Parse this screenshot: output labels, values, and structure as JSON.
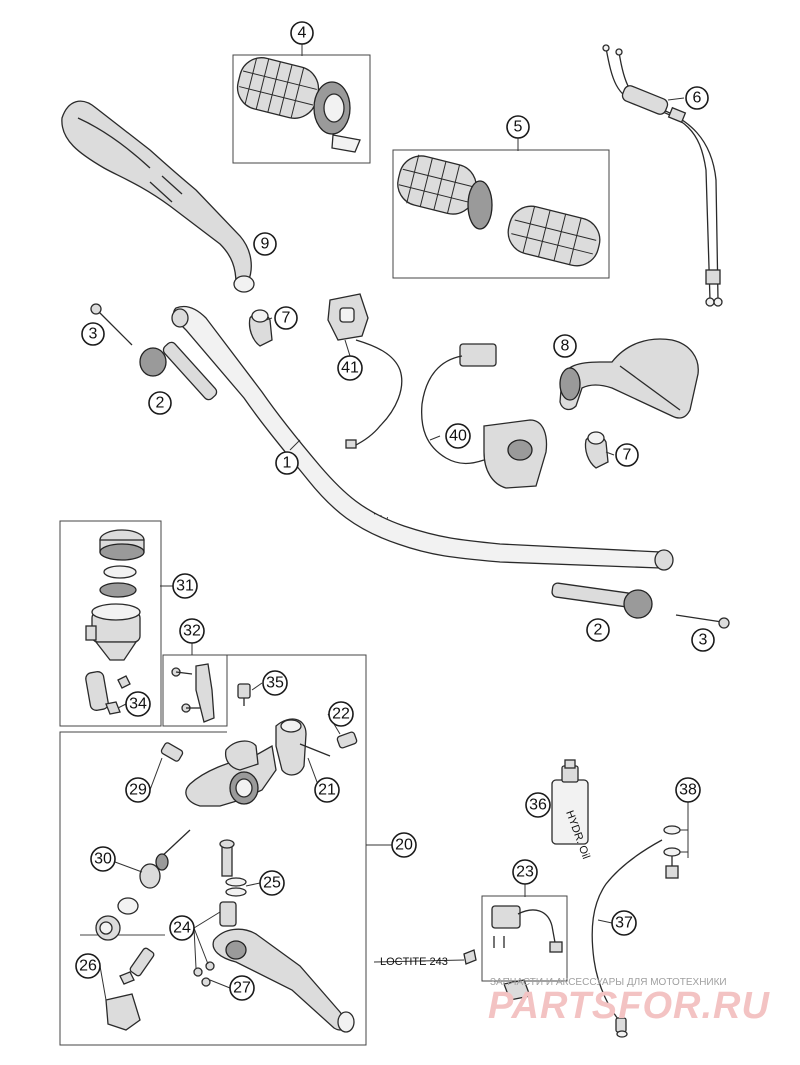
{
  "callouts": [
    {
      "id": "c1",
      "label": "1"
    },
    {
      "id": "c2a",
      "label": "2"
    },
    {
      "id": "c2b",
      "label": "2"
    },
    {
      "id": "c3a",
      "label": "3"
    },
    {
      "id": "c3b",
      "label": "3"
    },
    {
      "id": "c4",
      "label": "4"
    },
    {
      "id": "c5",
      "label": "5"
    },
    {
      "id": "c6",
      "label": "6"
    },
    {
      "id": "c7a",
      "label": "7"
    },
    {
      "id": "c7b",
      "label": "7"
    },
    {
      "id": "c8",
      "label": "8"
    },
    {
      "id": "c9",
      "label": "9"
    },
    {
      "id": "c20",
      "label": "20"
    },
    {
      "id": "c21",
      "label": "21"
    },
    {
      "id": "c22",
      "label": "22"
    },
    {
      "id": "c23",
      "label": "23"
    },
    {
      "id": "c24",
      "label": "24"
    },
    {
      "id": "c25",
      "label": "25"
    },
    {
      "id": "c26",
      "label": "26"
    },
    {
      "id": "c27",
      "label": "27"
    },
    {
      "id": "c29",
      "label": "29"
    },
    {
      "id": "c30",
      "label": "30"
    },
    {
      "id": "c31",
      "label": "31"
    },
    {
      "id": "c32",
      "label": "32"
    },
    {
      "id": "c34",
      "label": "34"
    },
    {
      "id": "c35",
      "label": "35"
    },
    {
      "id": "c36",
      "label": "36"
    },
    {
      "id": "c37",
      "label": "37"
    },
    {
      "id": "c38",
      "label": "38"
    },
    {
      "id": "c40",
      "label": "40"
    },
    {
      "id": "c41",
      "label": "41"
    }
  ],
  "annotations": {
    "loctite": "LOCTITE 243",
    "bottle_text": "HYDR. Oil"
  },
  "watermark": {
    "subtitle": "ЗАПЧАСТИ И АКСЕССУАРЫ ДЛЯ МОТОТЕХНИКИ",
    "brand": "PARTSFOR.RU"
  },
  "colors": {
    "line": "#2a2a2a",
    "part_fill": "#dcdcdc",
    "watermark": "#f3c3c3"
  }
}
